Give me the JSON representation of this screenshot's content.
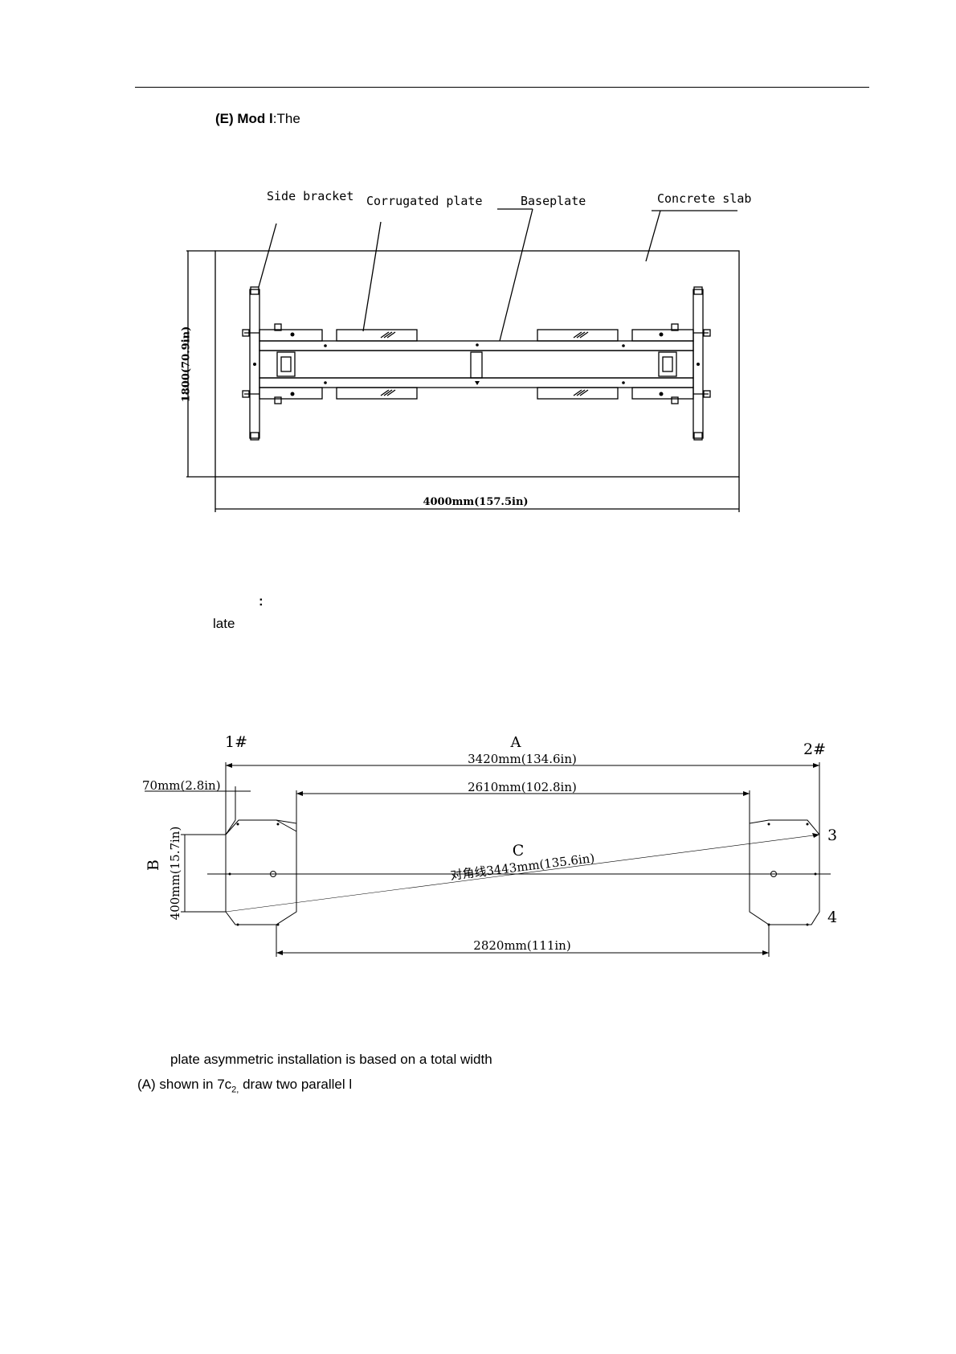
{
  "section": {
    "heading_prefix": "(E) Mod l",
    "heading_suffix": ":The"
  },
  "figure1": {
    "labels": {
      "side_bracket": "Side bracket",
      "corrugated_plate": "Corrugated plate",
      "baseplate": "Baseplate",
      "concrete_slab": "Concrete slab"
    },
    "height_dim": "1800(70.9in)",
    "width_dim": "4000mm(157.5in)"
  },
  "mid_text": {
    "colon": ":",
    "line": "late"
  },
  "figure2": {
    "label_1": "1#",
    "label_2": "2#",
    "label_A": "A",
    "label_B": "B",
    "label_C": "C",
    "label_3": "3",
    "label_4": "4",
    "dim_A": "3420mm(134.6in)",
    "dim_70": "70mm(2.8in)",
    "dim_2610": "2610mm(102.8in)",
    "dim_400": "400mm(15.7in)",
    "dim_diag": "对角线3443mm(135.6in)",
    "dim_2820": "2820mm(111in)"
  },
  "bottom_text": {
    "line1": "plate asymmetric installation is based on a total width",
    "line2_prefix": "(A) shown in 7c",
    "line2_sub": "2,",
    "line2_suffix": " draw two parallel l"
  }
}
